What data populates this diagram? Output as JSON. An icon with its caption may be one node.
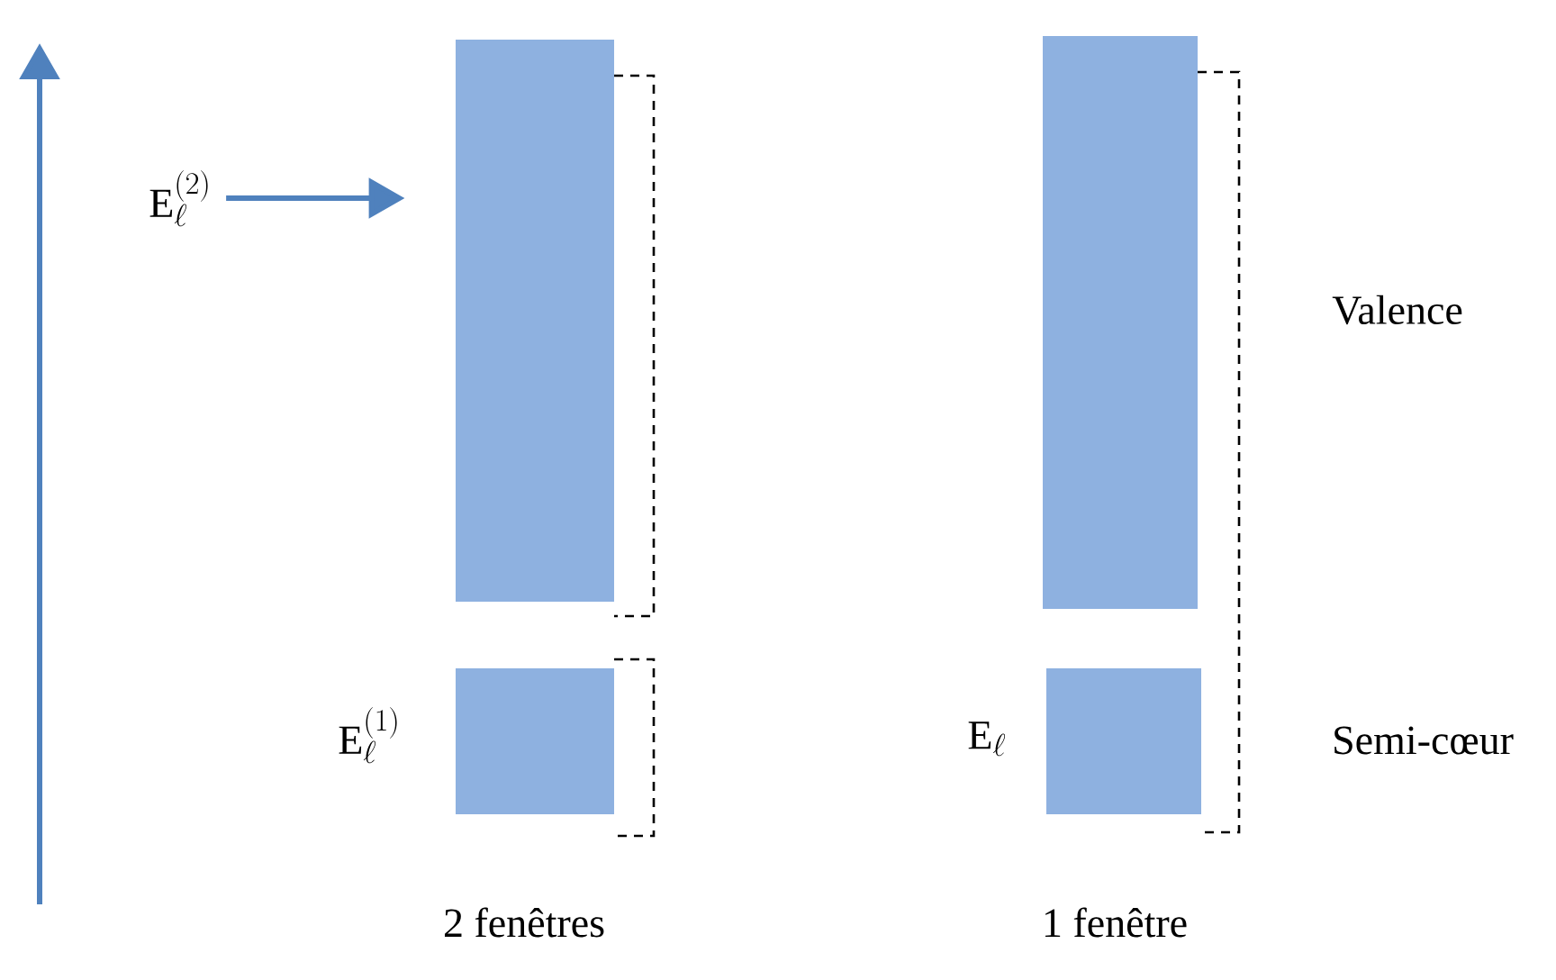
{
  "diagram": {
    "nodes": [
      {
        "text": [
          "\\mathrm{E}_{\\ell}^{(2)}"
        ]
      },
      {
        "text": [],
        "shape": "bar"
      },
      {
        "text": [],
        "shape": "bar",
        "beside": [
          "\\mathrm{E}_{\\ell}^{(1)}"
        ]
      },
      {
        "text": [],
        "shape": "bar"
      },
      {
        "text": [],
        "shape": "bar",
        "beside": [
          "\\mathrm{E}_{\\ell}"
        ]
      }
    ],
    "edges": [
      {
        "from": 0,
        "to": 1,
        "arrow": "to"
      }
    ],
    "labels": [
      "Valence",
      "Semi-cœur",
      "2 fenêtres",
      "1 fenêtre"
    ]
  }
}
